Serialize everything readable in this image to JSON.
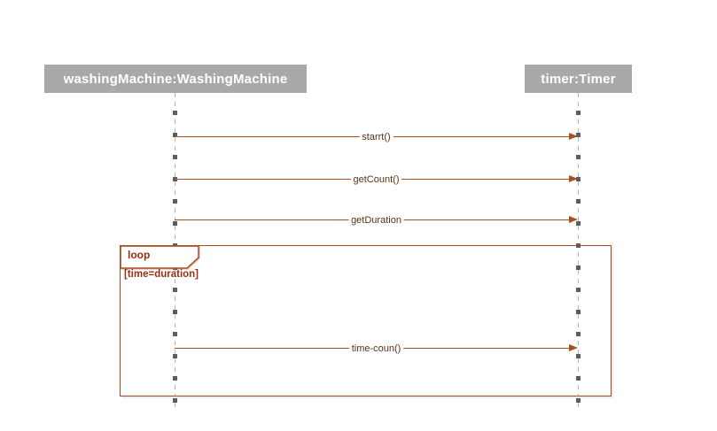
{
  "diagram": {
    "type": "uml-sequence-diagram",
    "lifelines": [
      {
        "id": "washingMachine",
        "label": "washingMachine:WashingMachine"
      },
      {
        "id": "timer",
        "label": "timer:Timer"
      }
    ],
    "messages": [
      {
        "label": "starrt()",
        "from": "washingMachine",
        "to": "timer",
        "kind": "sync"
      },
      {
        "label": "getCount()",
        "from": "washingMachine",
        "to": "timer",
        "kind": "sync"
      },
      {
        "label": "getDuration",
        "from": "washingMachine",
        "to": "timer",
        "kind": "sync"
      },
      {
        "label": "time-coun()",
        "from": "washingMachine",
        "to": "timer",
        "kind": "sync",
        "inside_fragment": true
      }
    ],
    "fragment": {
      "operator": "loop",
      "guard": "[time=duration]"
    },
    "colors": {
      "header_fill": "#a9a9a9",
      "header_text": "#ffffff",
      "message": "#a4511c",
      "message_text": "#5a3216",
      "fragment_border": "#a54a22",
      "fragment_text": "#952f12",
      "lifeline_dash": "#b6b6b6",
      "lifeline_pip": "#585d68"
    }
  }
}
